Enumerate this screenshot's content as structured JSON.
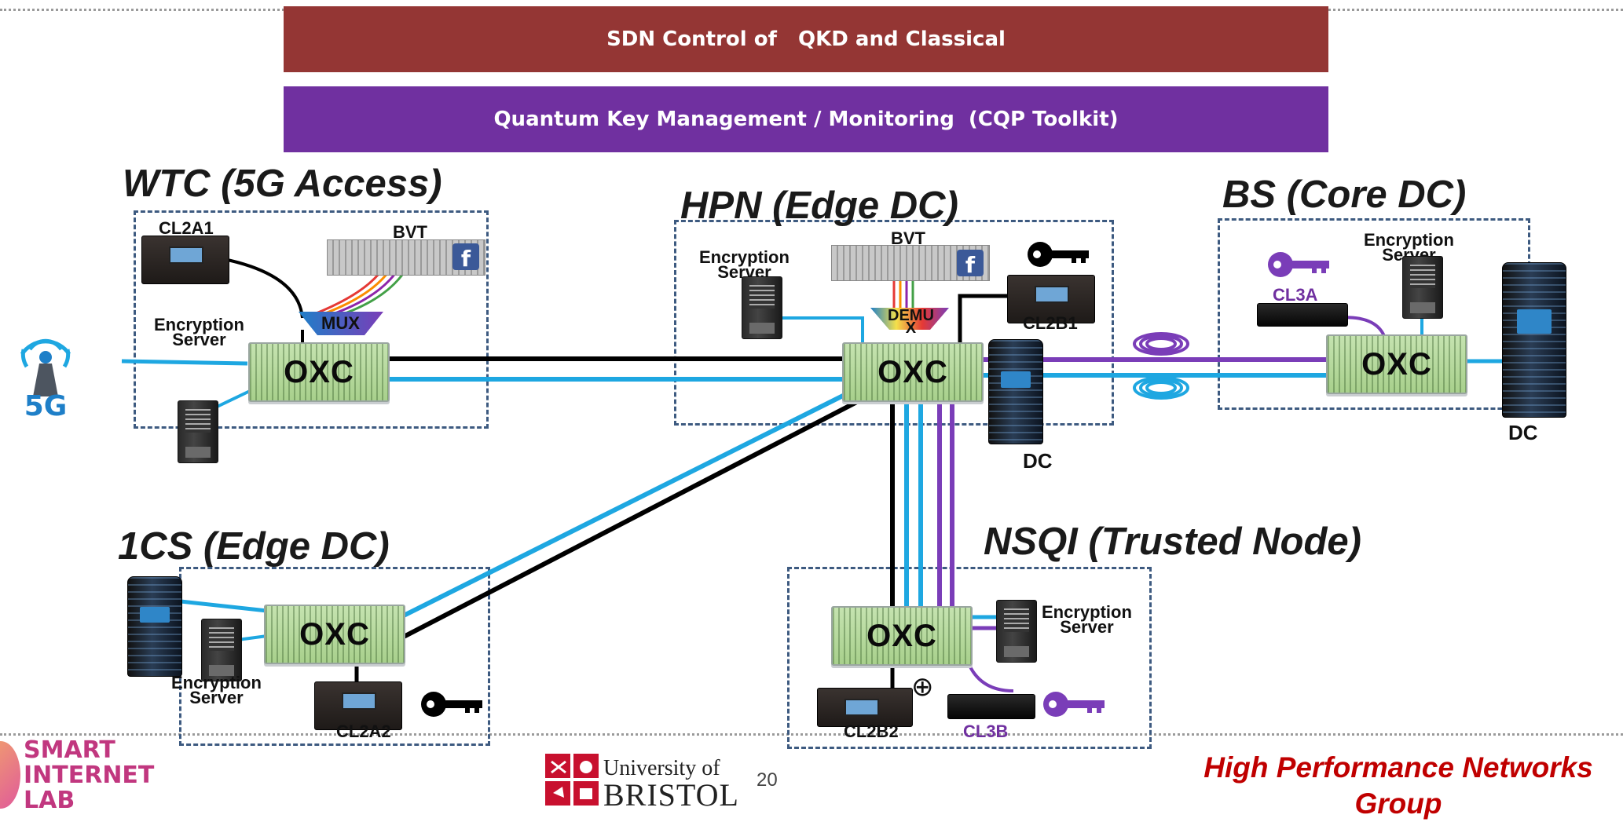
{
  "banners": {
    "sdn": "SDN Control of   QKD and Classical",
    "qkm": "Quantum Key Management / Monitoring  (CQP Toolkit)"
  },
  "sites": {
    "wtc": {
      "title": "WTC (5G Access)",
      "encryption_server": "Encryption\nServer",
      "client": "CL2A1",
      "bvt": "BVT",
      "mux": "MUX",
      "oxc": "OXC"
    },
    "hpn": {
      "title": "HPN  (Edge DC)",
      "encryption_server": "Encryption\nServer",
      "client": "CL2B1",
      "bvt": "BVT",
      "demux": "DEMU\nX",
      "oxc": "OXC",
      "dc": "DC"
    },
    "bs": {
      "title": "BS (Core DC)",
      "encryption_server": "Encryption\nServer",
      "client": "CL3A",
      "oxc": "OXC",
      "dc": "DC"
    },
    "ics": {
      "title": "1CS (Edge DC)",
      "encryption_server": "Encryption\nServer",
      "client": "CL2A2",
      "oxc": "OXC"
    },
    "nsqi": {
      "title": "NSQI (Trusted Node)",
      "encryption_server": "Encryption\nServer",
      "client_a": "CL2B2",
      "client_b": "CL3B",
      "oxc": "OXC",
      "xor_symbol": "⊕"
    }
  },
  "footer": {
    "lab_lines": [
      "SMART",
      "INTERNET",
      "LAB"
    ],
    "page_number": "20",
    "university_line1": "University of",
    "university_line2": "BRISTOL",
    "group_line1": "High Performance Networks",
    "group_line2": "Group"
  },
  "colors": {
    "sdn_banner": "#943634",
    "qkm_banner": "#7030a0",
    "classical_fiber": "#1ea7e1",
    "quantum_fiber": "#7a3db8",
    "control_link": "#000000",
    "footer_group": "#c00000"
  },
  "icons": [
    "5g-antenna-icon",
    "key-icon",
    "facebook-icon",
    "fiber-spool-icon",
    "xor-icon"
  ]
}
